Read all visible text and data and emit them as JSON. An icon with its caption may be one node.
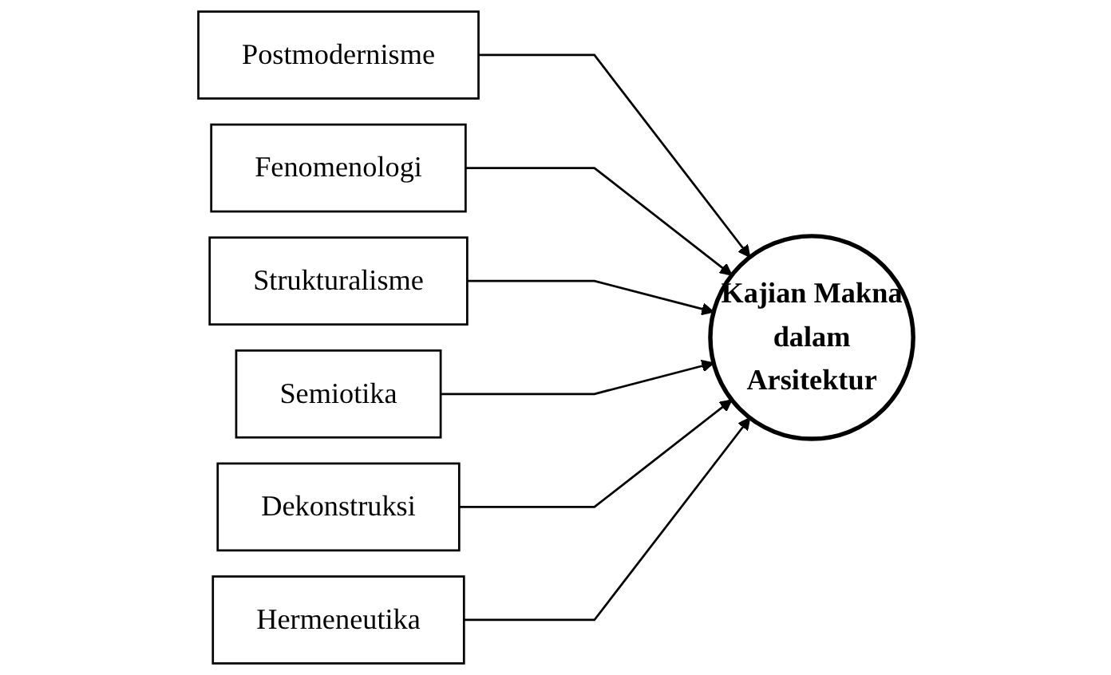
{
  "diagram": {
    "nodes": [
      {
        "text": [
          "Postmodernisme"
        ]
      },
      {
        "text": [
          "Fenomenologi"
        ]
      },
      {
        "text": [
          "Strukturalisme"
        ]
      },
      {
        "text": [
          "Semiotika"
        ]
      },
      {
        "text": [
          "Dekonstruksi"
        ]
      },
      {
        "text": [
          "Hermeneutika"
        ]
      },
      {
        "text": [
          "Kajian Makna dalam Arsitektur"
        ]
      }
    ],
    "edges": [
      {
        "from": 0,
        "to": 6,
        "arrow": "to"
      },
      {
        "from": 1,
        "to": 6,
        "arrow": "to"
      },
      {
        "from": 2,
        "to": 6,
        "arrow": "to"
      },
      {
        "from": 3,
        "to": 6,
        "arrow": "to"
      },
      {
        "from": 4,
        "to": 6,
        "arrow": "to"
      },
      {
        "from": 5,
        "to": 6,
        "arrow": "to"
      }
    ]
  }
}
